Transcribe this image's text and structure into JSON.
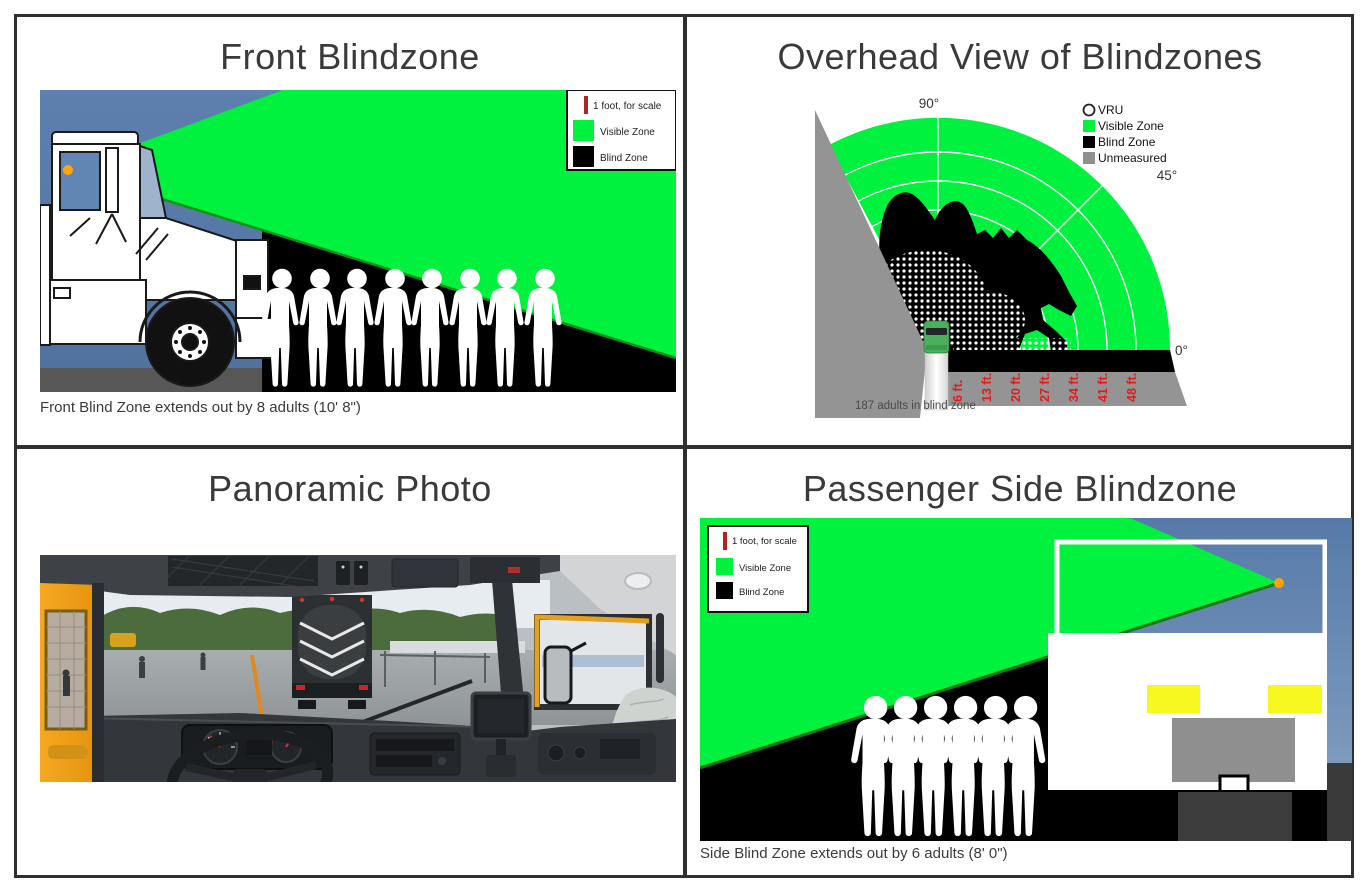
{
  "colors": {
    "visible_zone": "#00f23e",
    "blind_zone": "#000000",
    "unmeasured_gray": "#949494",
    "scale_bar_red": "#b22222",
    "eye_point_orange": "#ffa500",
    "distance_label_red": "#e31b1b",
    "sky_blue": "#567aa9",
    "grid_border": "#2f2f2f"
  },
  "panels": {
    "front": {
      "title": "Front Blindzone",
      "caption": "Front Blind Zone extends out by 8 adults (10' 8\")",
      "adults_count": 8,
      "legend": {
        "scale_label": "1 foot, for scale",
        "visible_label": "Visible Zone",
        "blind_label": "Blind Zone"
      }
    },
    "overhead": {
      "title": "Overhead View of Blindzones",
      "caption": "187 adults in blind zone",
      "legend": {
        "vru_label": "VRU",
        "visible_label": "Visible Zone",
        "blind_label": "Blind Zone",
        "unmeasured_label": "Unmeasured"
      },
      "angle_labels": {
        "top": "90°",
        "diagonal": "45°",
        "right": "0°"
      },
      "distance_labels": [
        "6 ft.",
        "13 ft.",
        "20 ft.",
        "27 ft.",
        "34 ft.",
        "41 ft.",
        "48 ft."
      ]
    },
    "panoramic": {
      "title": "Panoramic Photo"
    },
    "side": {
      "title": "Passenger Side Blindzone",
      "caption": "Side Blind Zone extends out by 6 adults (8' 0\")",
      "adults_count": 6,
      "legend": {
        "scale_label": "1 foot, for scale",
        "visible_label": "Visible Zone",
        "blind_label": "Blind Zone"
      }
    }
  }
}
